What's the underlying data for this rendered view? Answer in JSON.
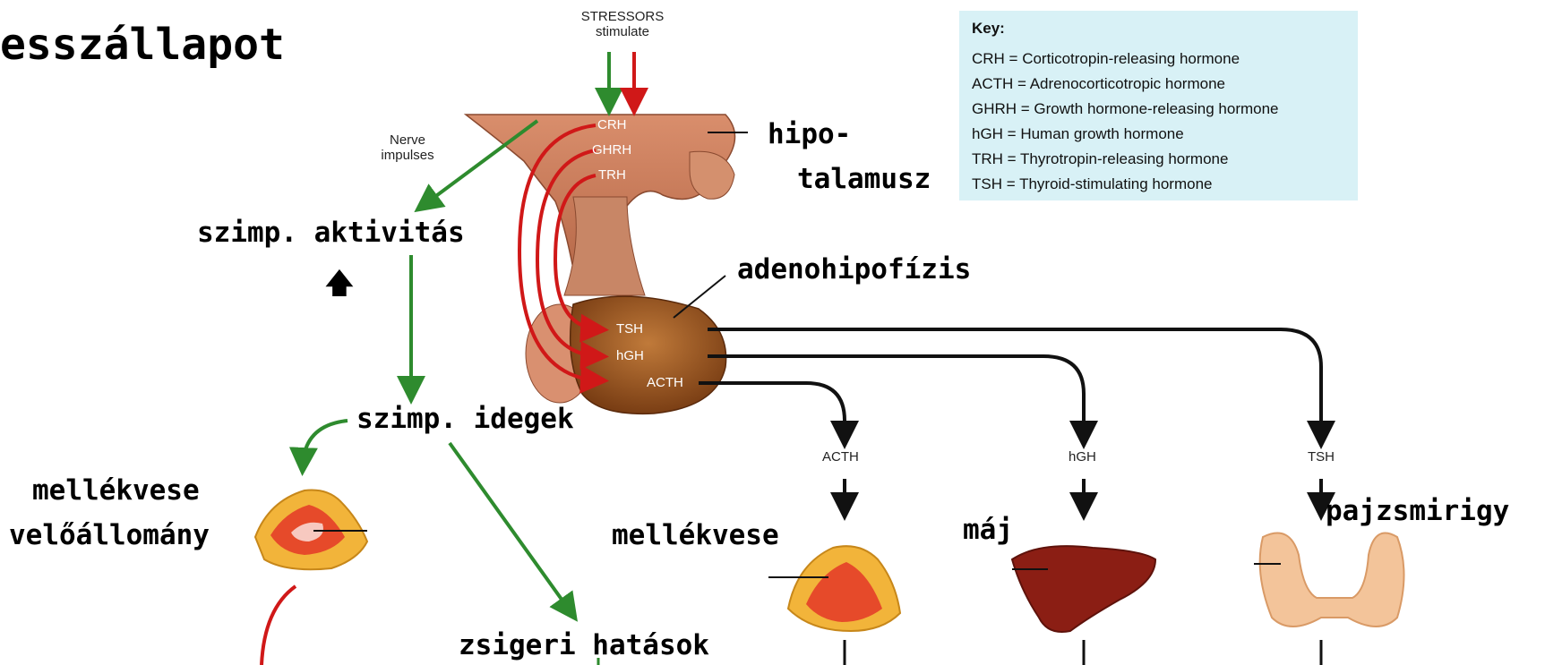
{
  "title": "esszállapot",
  "stressors": {
    "line1": "STRESSORS",
    "line2": "stimulate"
  },
  "nerve": {
    "line1": "Nerve",
    "line2": "impulses"
  },
  "hypothalamus_hormones": [
    "CRH",
    "GHRH",
    "TRH"
  ],
  "pituitary_hormones": [
    "TSH",
    "hGH",
    "ACTH"
  ],
  "target_hormones": [
    "ACTH",
    "hGH",
    "TSH"
  ],
  "labels": {
    "hipo": "hipo-",
    "talamusz": "talamusz",
    "adenohipofizis": "adenohipofízis",
    "szimp_aktivitas": "szimp. aktivitás",
    "up_arrow": "🡅",
    "szimp_idegek": "szimp. idegek",
    "mellekvese_velo_1": "mellékvese",
    "mellekvese_velo_2": "velőállomány",
    "mellekvese": "mellékvese",
    "maj": "máj",
    "pajzsmirigy": "pajzsmirigy",
    "zsigeri": "zsigeri hatások"
  },
  "key": {
    "title": "Key:",
    "entries": [
      "CRH = Corticotropin-releasing hormone",
      "ACTH = Adrenocorticotropic hormone",
      "GHRH = Growth hormone-releasing hormone",
      "hGH = Human growth hormone",
      "TRH = Thyrotropin-releasing hormone",
      "TSH = Thyroid-stimulating hormone"
    ]
  },
  "colors": {
    "green_arrow": "#2e8b2e",
    "red_arrow": "#d01818",
    "black_arrow": "#111111",
    "hypothalamus": "#c77a5a",
    "pituitary": "#8a4a1c",
    "key_bg": "#d8f1f6",
    "liver": "#8b1e14",
    "thyroid": "#f3c49a",
    "adrenal_outer": "#f2b43a",
    "adrenal_inner": "#e64a2a"
  }
}
